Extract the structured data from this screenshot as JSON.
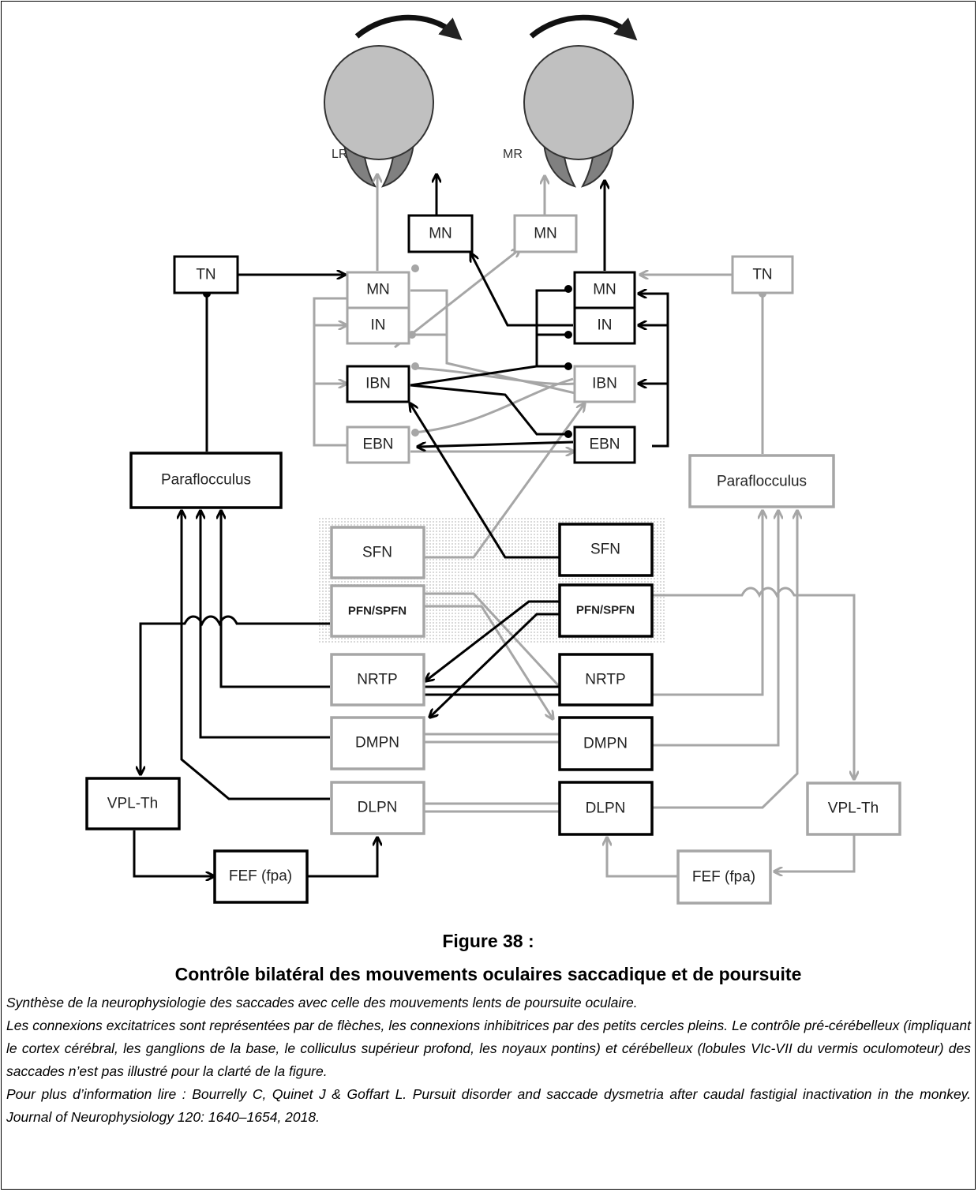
{
  "eye_labels": {
    "left": "LR",
    "right": "MR"
  },
  "nodes": {
    "mn_top_left": "MN",
    "mn_top_right": "MN",
    "tn_left": "TN",
    "tn_right": "TN",
    "mn_left": "MN",
    "in_left": "IN",
    "ibn_left": "IBN",
    "ebn_left": "EBN",
    "mn_right": "MN",
    "in_right": "IN",
    "ibn_right": "IBN",
    "ebn_right": "EBN",
    "paraflocculus_left": "Paraflocculus",
    "paraflocculus_right": "Paraflocculus",
    "sfn_left": "SFN",
    "sfn_right": "SFN",
    "pfn_left": "PFN/SPFN",
    "pfn_right": "PFN/SPFN",
    "nrtp_left": "NRTP",
    "nrtp_right": "NRTP",
    "dmpn_left": "DMPN",
    "dmpn_right": "DMPN",
    "dlpn_left": "DLPN",
    "dlpn_right": "DLPN",
    "vplth_left": "VPL-Th",
    "vplth_right": "VPL-Th",
    "fef_left": "FEF (fpa)",
    "fef_right": "FEF (fpa)"
  },
  "colors": {
    "active": "#000000",
    "inactive": "#a6a6a6",
    "eye_fill": "#c0c0c0",
    "eye_muscle": "#808080"
  },
  "figure": {
    "title": "Figure 38 :",
    "subtitle": "Contrôle bilatéral des mouvements oculaires saccadique et de poursuite",
    "caption_1": "Synthèse de la neurophysiologie des saccades avec celle des mouvements lents de poursuite oculaire.",
    "caption_2": "Les connexions excitatrices sont représentées par de flèches, les connexions inhibitrices par des petits cercles pleins. Le contrôle pré-cérébelleux (impliquant le cortex cérébral, les ganglions de la base, le colliculus supérieur profond, les noyaux pontins) et cérébelleux (lobules VIc-VII du vermis oculomoteur) des saccades n’est pas illustré pour la clarté de la figure.",
    "caption_3": "Pour plus d’information lire : Bourrelly C, Quinet J & Goffart L. Pursuit disorder and saccade dysmetria after caudal fastigial inactivation in the monkey. Journal of Neurophysiology 120: 1640–1654, 2018."
  }
}
